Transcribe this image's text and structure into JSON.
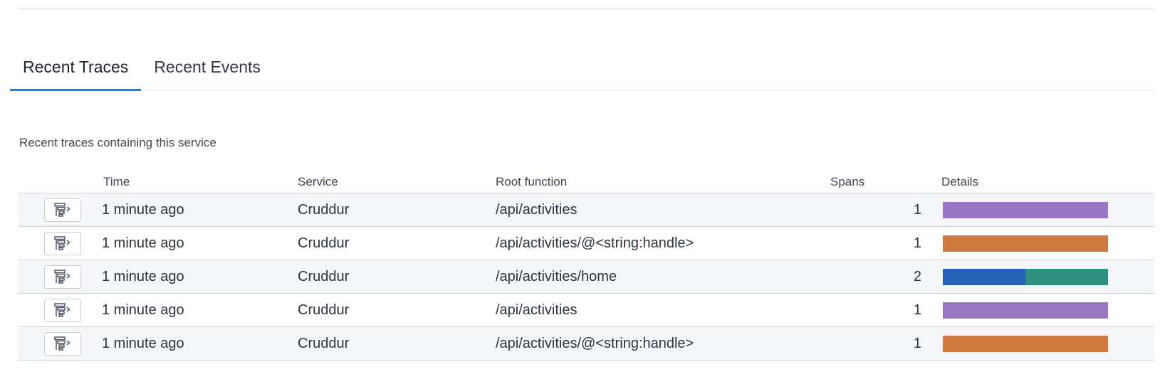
{
  "tabs": [
    {
      "label": "Recent Traces",
      "active": true
    },
    {
      "label": "Recent Events",
      "active": false
    }
  ],
  "section": {
    "description": "Recent traces containing this service"
  },
  "table": {
    "headers": {
      "time": "Time",
      "service": "Service",
      "root_function": "Root function",
      "spans": "Spans",
      "details": "Details"
    },
    "button_icon": "trace-waterfall-icon",
    "rows": [
      {
        "time": "1 minute ago",
        "service": "Cruddur",
        "root_function": "/api/activities",
        "spans": "1",
        "details": [
          {
            "color": "#9b76c3",
            "fraction": 1.0
          }
        ]
      },
      {
        "time": "1 minute ago",
        "service": "Cruddur",
        "root_function": "/api/activities/@<string:handle>",
        "spans": "1",
        "details": [
          {
            "color": "#cf7a41",
            "fraction": 1.0
          }
        ]
      },
      {
        "time": "1 minute ago",
        "service": "Cruddur",
        "root_function": "/api/activities/home",
        "spans": "2",
        "details": [
          {
            "color": "#2560b9",
            "fraction": 0.5
          },
          {
            "color": "#2e9180",
            "fraction": 0.5
          }
        ]
      },
      {
        "time": "1 minute ago",
        "service": "Cruddur",
        "root_function": "/api/activities",
        "spans": "1",
        "details": [
          {
            "color": "#9b76c3",
            "fraction": 1.0
          }
        ]
      },
      {
        "time": "1 minute ago",
        "service": "Cruddur",
        "root_function": "/api/activities/@<string:handle>",
        "spans": "1",
        "details": [
          {
            "color": "#cf7a41",
            "fraction": 1.0
          }
        ]
      }
    ]
  },
  "colors": {
    "accent": "#1a88d8"
  }
}
